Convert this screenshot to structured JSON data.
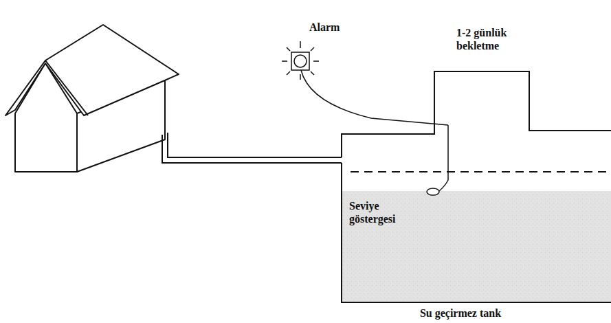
{
  "diagram": {
    "labels": [
      "Alarm",
      "1-2 günlük bekletme",
      "Seviye göstergesi",
      "Su geçirmez tank"
    ]
  }
}
